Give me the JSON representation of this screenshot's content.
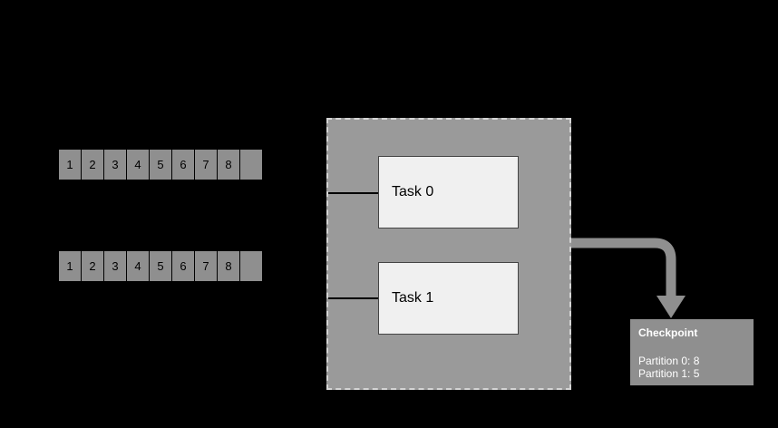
{
  "partition_rows": [
    {
      "cells": [
        "1",
        "2",
        "3",
        "4",
        "5",
        "6",
        "7",
        "8",
        ""
      ]
    },
    {
      "cells": [
        "1",
        "2",
        "3",
        "4",
        "5",
        "6",
        "7",
        "8",
        ""
      ]
    }
  ],
  "tasks": [
    {
      "label": "Task 0"
    },
    {
      "label": "Task 1"
    }
  ],
  "checkpoint": {
    "title": "Checkpoint",
    "entries": [
      "Partition 0: 8",
      "Partition 1: 5"
    ]
  },
  "colors": {
    "background": "#000000",
    "cell_fill": "#8f8f8f",
    "cell_text": "#000000",
    "container_fill": "#9a9a9a",
    "container_border": "#d4d4d4",
    "task_fill": "#f0f0f0",
    "task_border": "#444444",
    "arrow": "#8f8f8f",
    "checkpoint_fill": "#8f8f8f",
    "checkpoint_text": "#ffffff"
  }
}
